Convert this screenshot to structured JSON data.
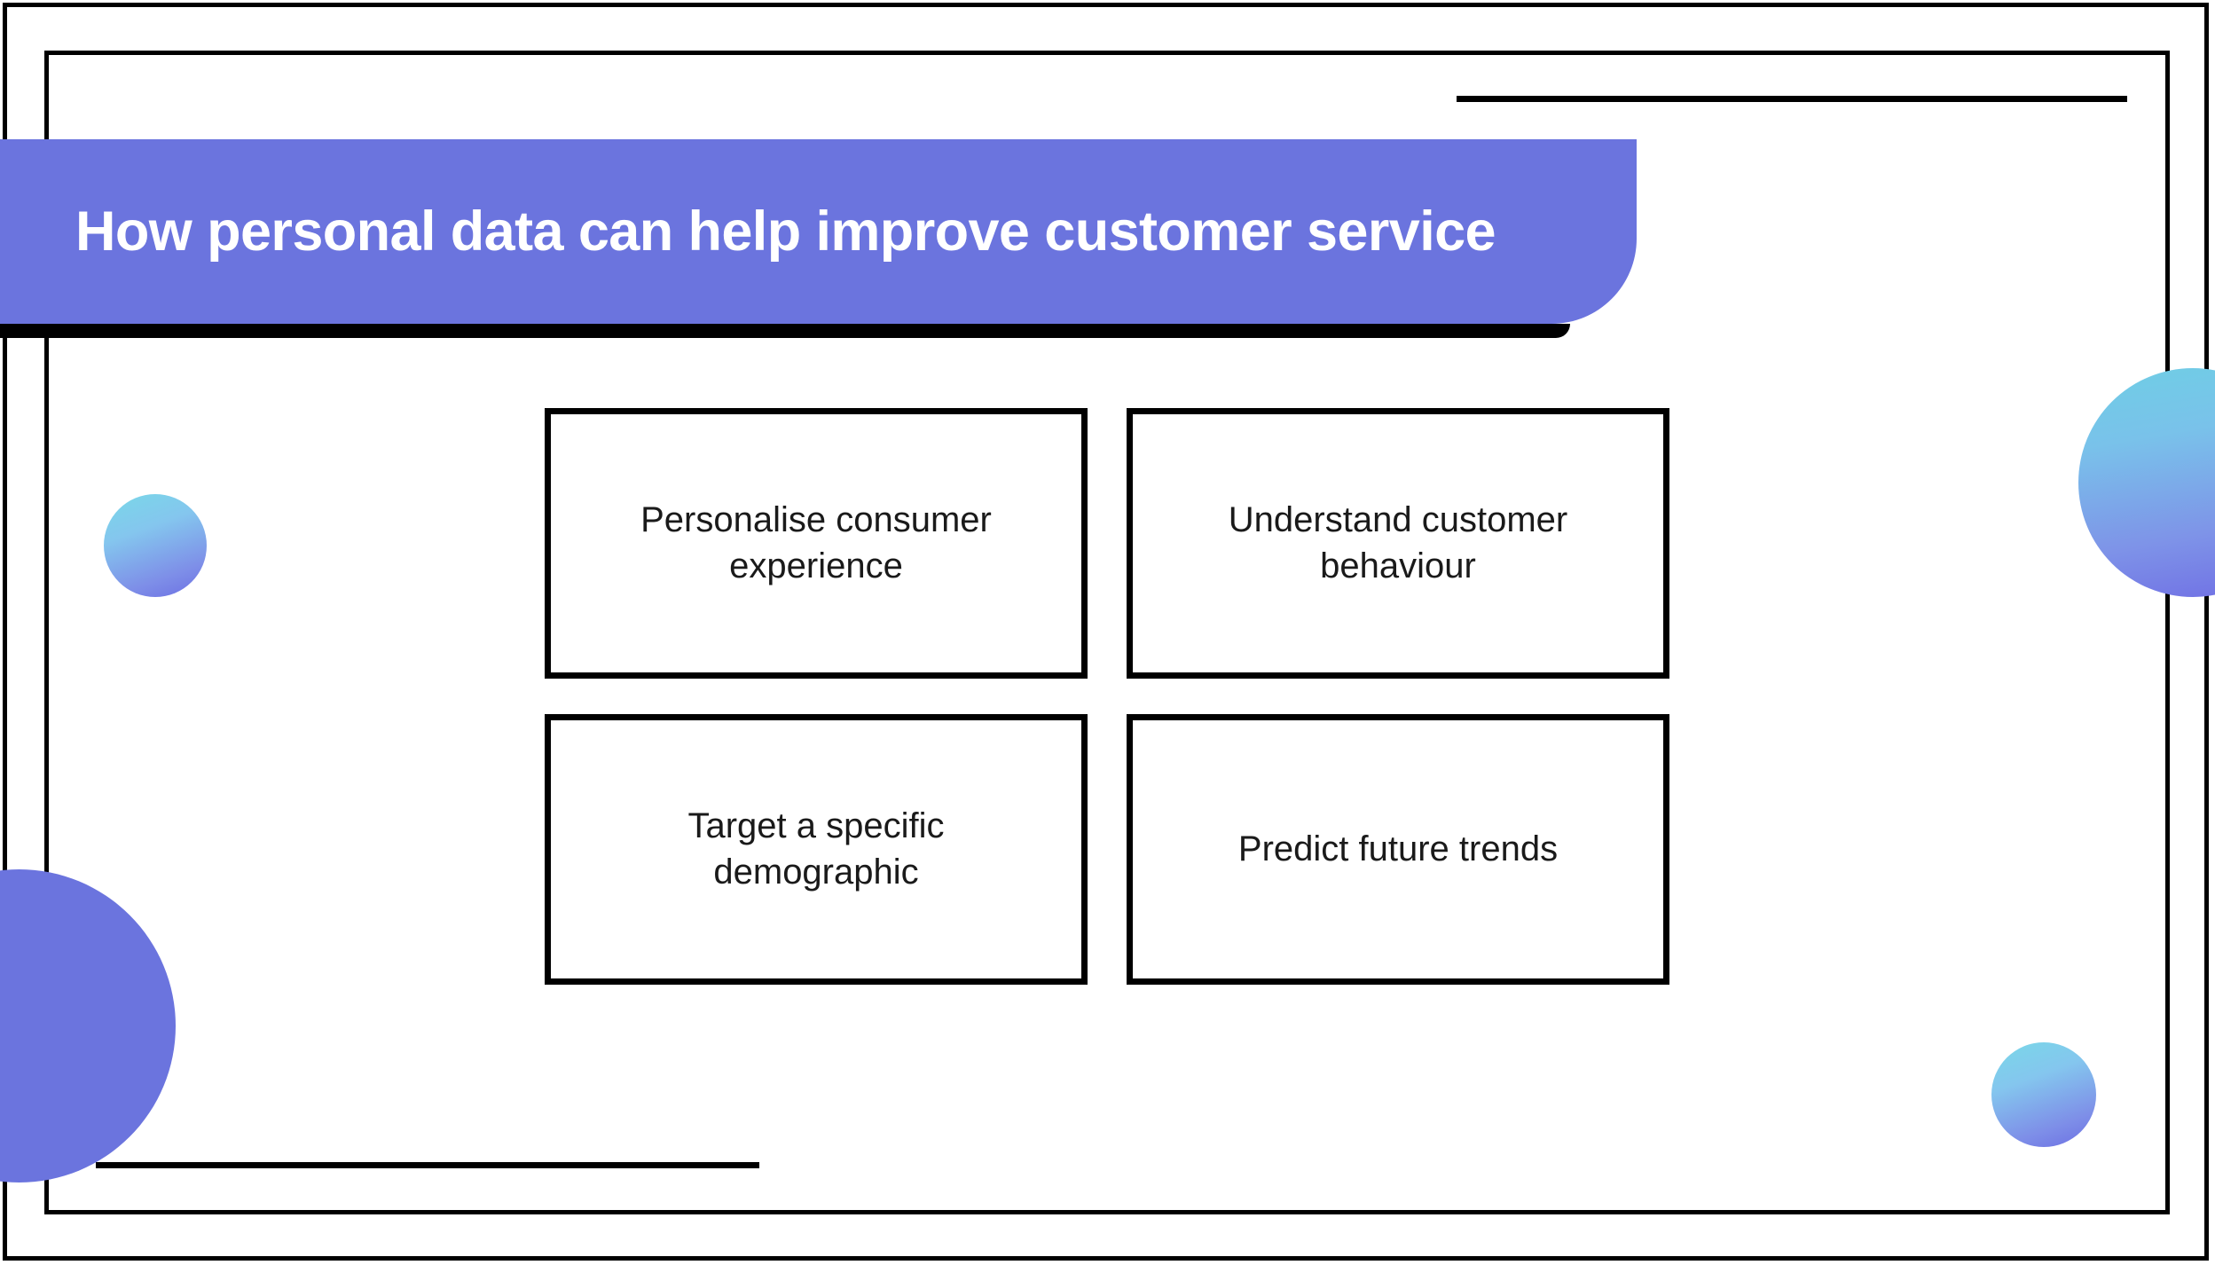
{
  "slide": {
    "title": "How personal data can help improve customer service",
    "background_color": "#ffffff",
    "accent_color": "#6B74DE",
    "frame_color": "#000000"
  },
  "boxes": [
    {
      "label": "Personalise consumer\nexperience"
    },
    {
      "label": "Understand customer\nbehaviour"
    },
    {
      "label": "Target a specific\ndemographic"
    },
    {
      "label": "Predict future trends"
    }
  ],
  "decorations": {
    "circle_small_left": {
      "name": "gradient-circle",
      "from": "#79D8E8",
      "to": "#6C6FE3"
    },
    "circle_big_right": {
      "name": "gradient-circle",
      "from": "#6FCEE5",
      "to": "#6F6DE4"
    },
    "circle_big_left_bottom": {
      "name": "solid-circle",
      "color": "#6B74DE"
    },
    "circle_small_right_bottom": {
      "name": "gradient-circle",
      "from": "#79D8E8",
      "to": "#6C6FE3"
    }
  }
}
